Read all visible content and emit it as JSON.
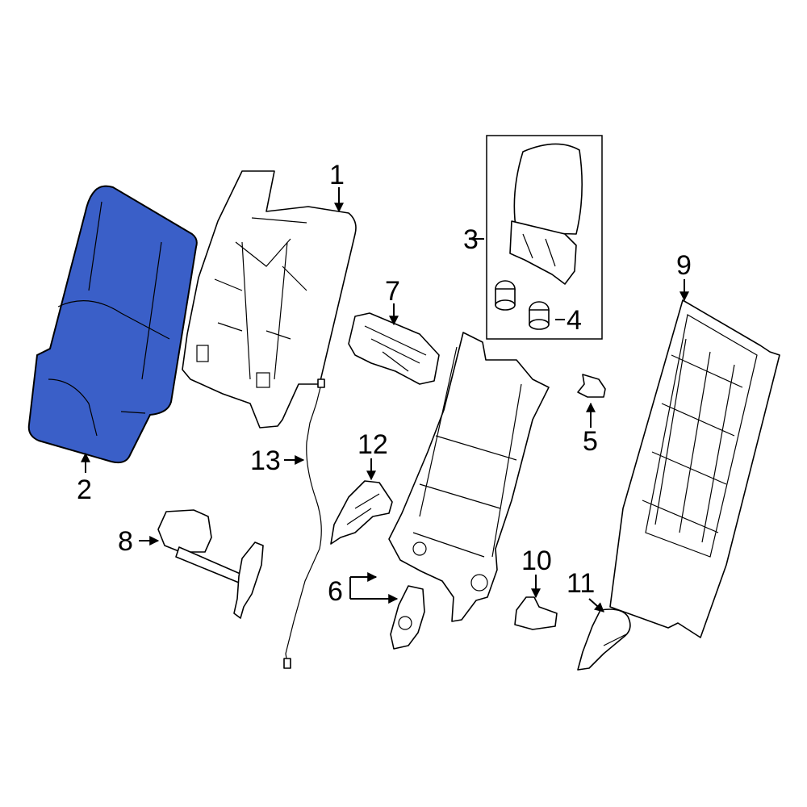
{
  "diagram": {
    "highlight_color": "#3a5fc8",
    "callouts": {
      "c1": "1",
      "c2": "2",
      "c3": "3",
      "c4": "4",
      "c5": "5",
      "c6": "6",
      "c7": "7",
      "c8": "8",
      "c9": "9",
      "c10": "10",
      "c11": "11",
      "c12": "12",
      "c13": "13"
    },
    "highlighted_part": "2"
  }
}
